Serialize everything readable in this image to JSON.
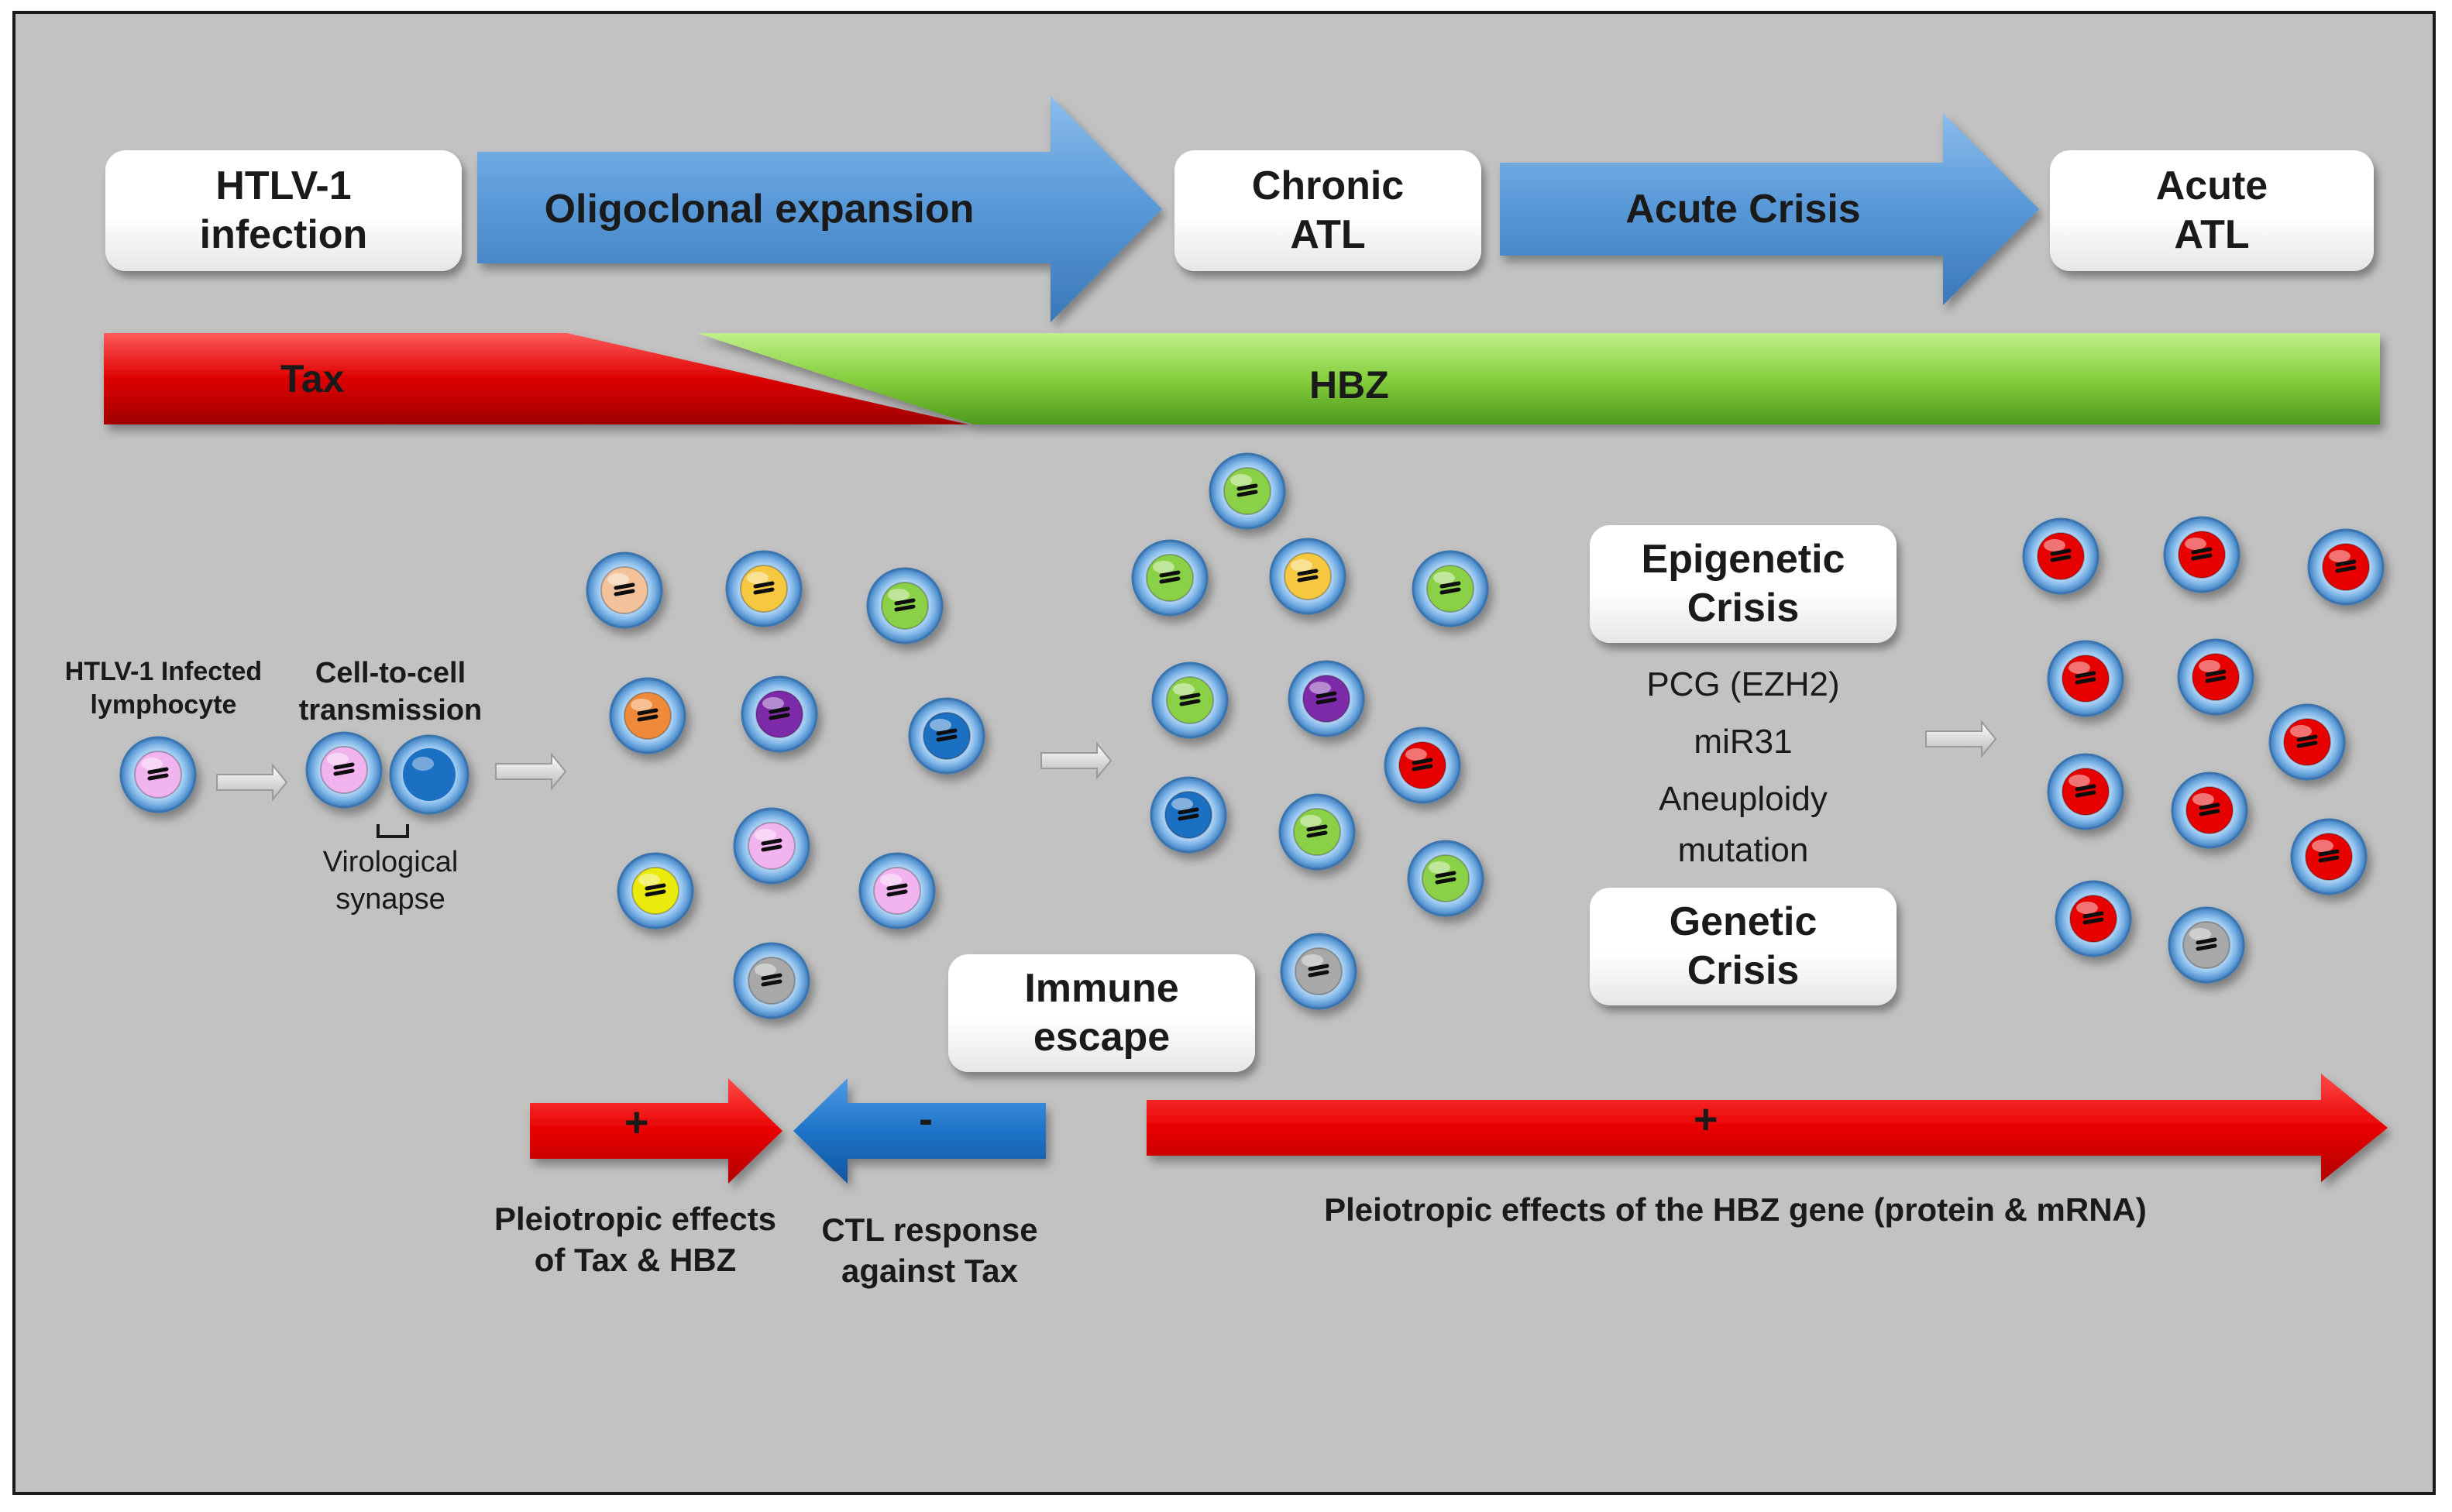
{
  "stages": {
    "infection": "HTLV-1 infection",
    "expansion": "Oligoclonal expansion",
    "chronic": "Chronic ATL",
    "crisis": "Acute Crisis",
    "acute": "Acute ATL"
  },
  "bars": {
    "tax": "Tax",
    "hbz": "HBZ"
  },
  "labels": {
    "infected": "HTLV-1 Infected lymphocyte",
    "transmission": "Cell-to-cell transmission",
    "synapse": "Virological synapse",
    "epigenetic": "Epigenetic Crisis",
    "factors": [
      "PCG (EZH2)",
      "miR31",
      "Aneuploidy",
      "mutation"
    ],
    "genetic": "Genetic Crisis",
    "immune": "Immune escape"
  },
  "effects": {
    "plus": "+",
    "minus": "-",
    "pleio_tax": "Pleiotropic effects of Tax & HBZ",
    "ctl": "CTL response against Tax",
    "pleio_hbz": "Pleiotropic effects of the HBZ gene (protein & mRNA)"
  },
  "colors": {
    "background": "#c2c2c2",
    "tax_red": "#d90000",
    "hbz_green": "#7cc83a",
    "stage_arrow_blue": "#5a9ad8",
    "effect_red": "#e80000",
    "ctl_blue": "#1f73c8"
  }
}
